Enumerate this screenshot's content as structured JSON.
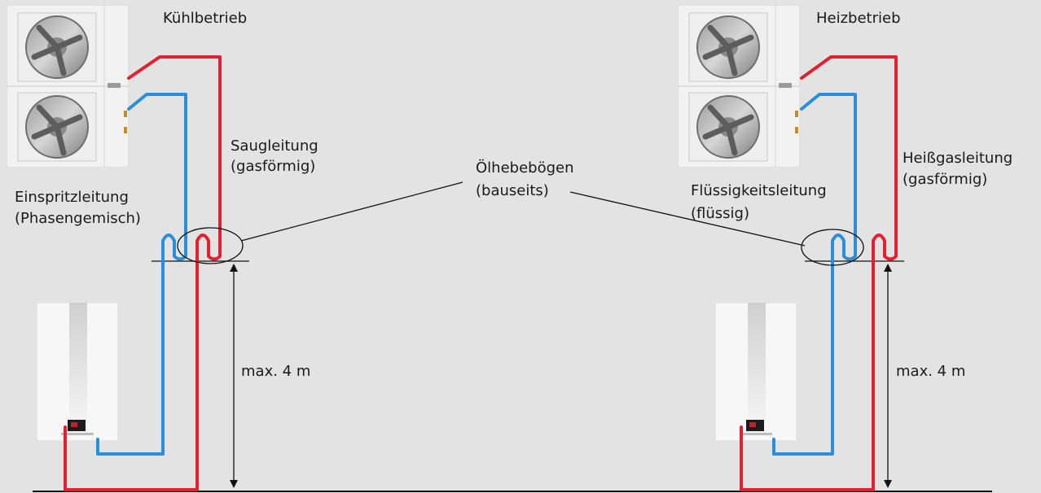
{
  "left": {
    "title": "Kühlbetrieb",
    "gas_line": [
      "Saugleitung",
      "(gasförmig)"
    ],
    "liquid_line": [
      "Einspritzleitung",
      "(Phasengemisch)"
    ],
    "height": "max. 4 m"
  },
  "right": {
    "title": "Heizbetrieb",
    "gas_line": [
      "Heißgasleitung",
      "(gasförmig)"
    ],
    "liquid_line": [
      "Flüssigkeitsleitung",
      "(flüssig)"
    ],
    "height": "max. 4 m"
  },
  "center": {
    "oil_traps": [
      "Ölhebebögen",
      "(bauseits)"
    ]
  },
  "colors": {
    "gas_pipe": "#e3202f",
    "liquid_pipe": "#2a8fd8",
    "background": "#e3e3e3"
  }
}
